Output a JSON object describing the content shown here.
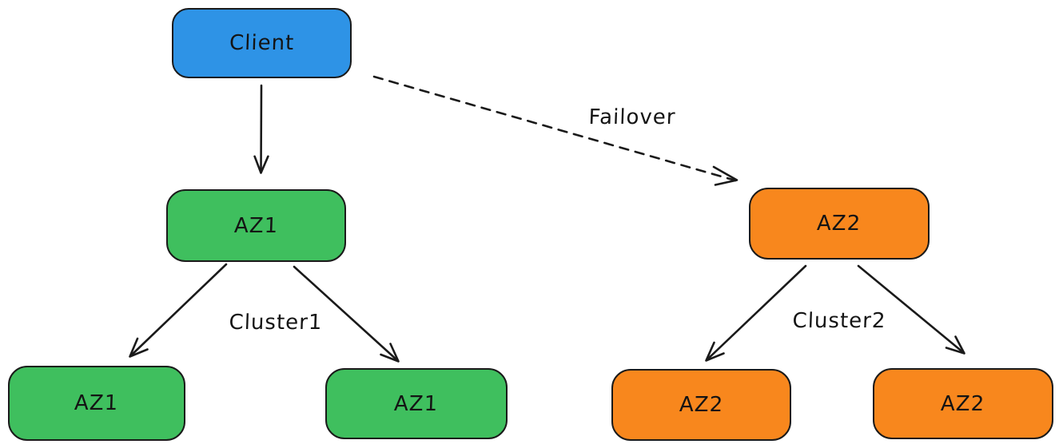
{
  "colors": {
    "client_fill": "#2e93e6",
    "az1_fill": "#3fbf5e",
    "az2_fill": "#f8871d",
    "stroke": "#1a1a1a",
    "text": "#141414",
    "background": "#ffffff"
  },
  "nodes": {
    "client": {
      "label": "Client",
      "fill": "client_fill"
    },
    "az1_main": {
      "label": "AZ1",
      "fill": "az1_fill"
    },
    "az1_left": {
      "label": "AZ1",
      "fill": "az1_fill"
    },
    "az1_right": {
      "label": "AZ1",
      "fill": "az1_fill"
    },
    "az2_main": {
      "label": "AZ2",
      "fill": "az2_fill"
    },
    "az2_left": {
      "label": "AZ2",
      "fill": "az2_fill"
    },
    "az2_right": {
      "label": "AZ2",
      "fill": "az2_fill"
    }
  },
  "edge_labels": {
    "failover": "Failover",
    "cluster1": "Cluster1",
    "cluster2": "Cluster2"
  },
  "edges": [
    {
      "from": "client",
      "to": "az1_main",
      "style": "solid",
      "label": ""
    },
    {
      "from": "client",
      "to": "az2_main",
      "style": "dashed",
      "label": "Failover"
    },
    {
      "from": "az1_main",
      "to": "az1_left",
      "style": "solid",
      "label": "Cluster1"
    },
    {
      "from": "az1_main",
      "to": "az1_right",
      "style": "solid",
      "label": "Cluster1"
    },
    {
      "from": "az2_main",
      "to": "az2_left",
      "style": "solid",
      "label": "Cluster2"
    },
    {
      "from": "az2_main",
      "to": "az2_right",
      "style": "solid",
      "label": "Cluster2"
    }
  ]
}
